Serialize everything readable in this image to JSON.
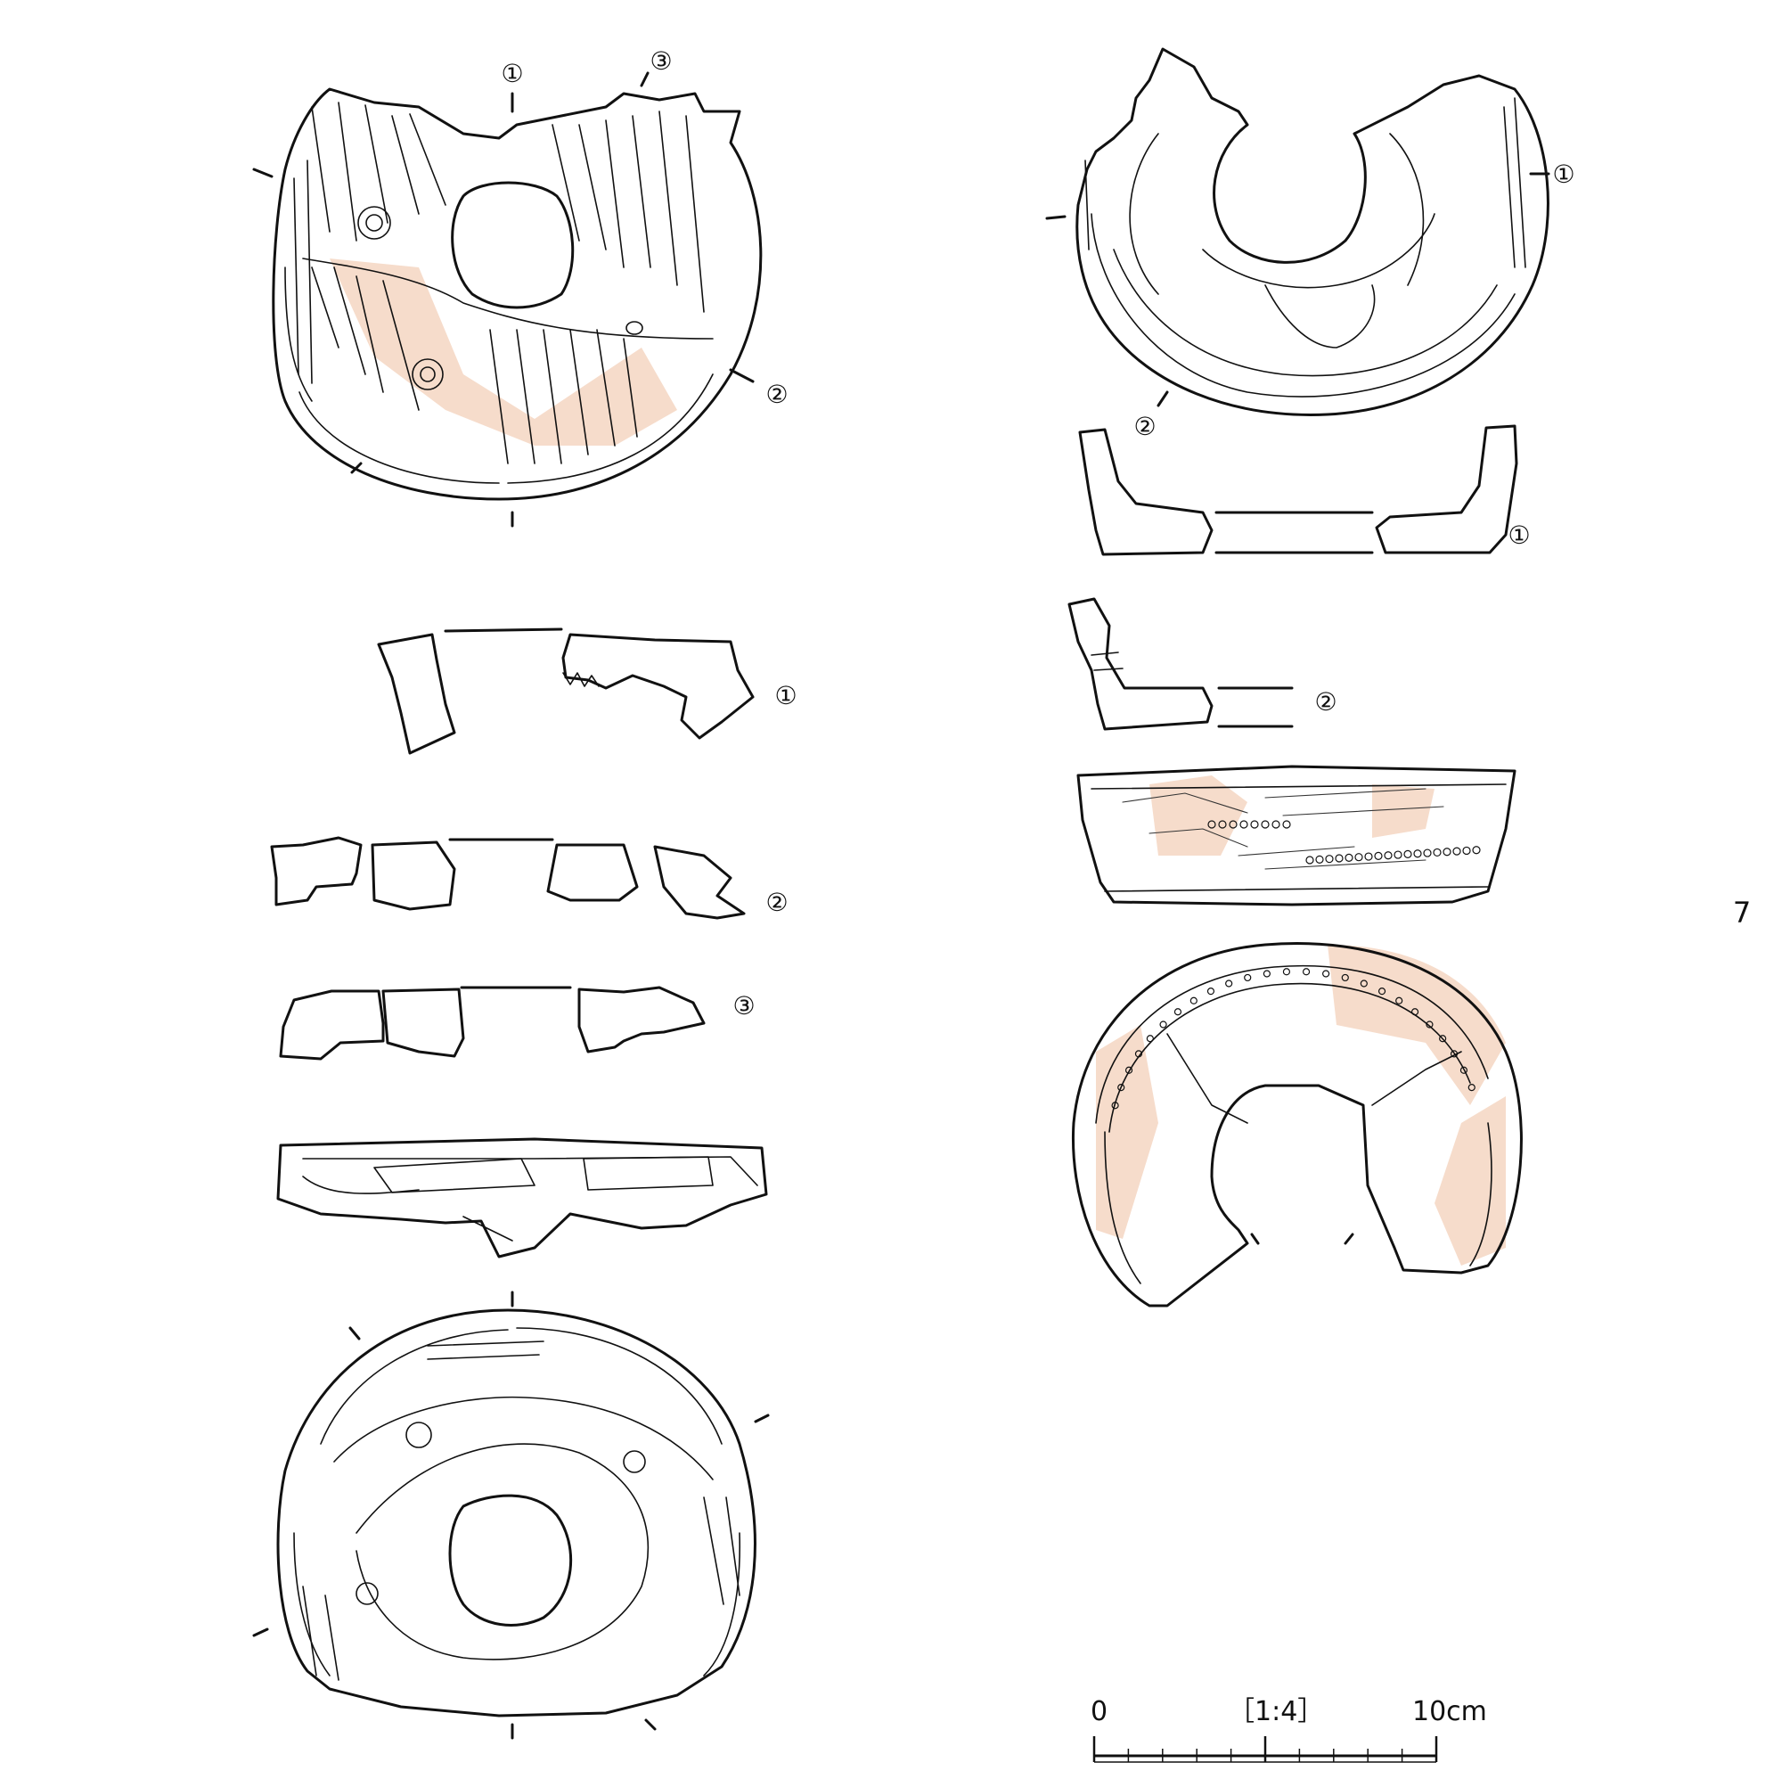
{
  "colors": {
    "ink": "#111111",
    "tint": "#f6dccb"
  },
  "labels": {
    "left_top_section_1": "①",
    "left_top_section_2": "②",
    "left_top_section_3": "③",
    "left_profile_1": "①",
    "left_profile_2": "②",
    "left_profile_3": "③",
    "right_top_section_1": "①",
    "right_top_section_2": "②",
    "right_profile_1": "①",
    "right_profile_2": "②"
  },
  "figure_number": "7",
  "scale_bar": {
    "start_label": "0",
    "ratio_label": "［1:4］",
    "end_label": "10cm",
    "length_cm": 10,
    "minor_divisions": 10
  }
}
